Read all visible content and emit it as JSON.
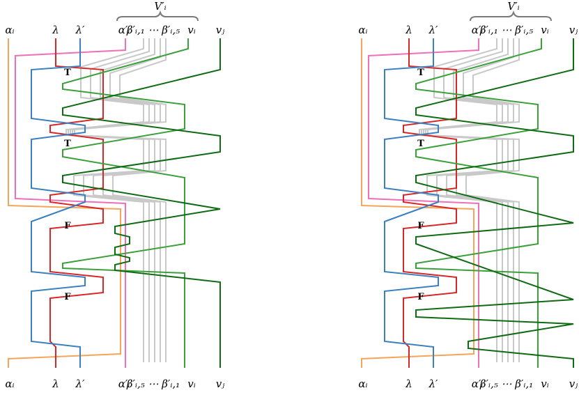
{
  "palette": {
    "alpha": "#f5a55a",
    "lambda": "#d62728",
    "lambda_prime": "#3a7fc0",
    "alpha_prime": "#ef6fb8",
    "beta": "#c9c9c9",
    "v_i": "#3aa03a",
    "v_j": "#0f6b12",
    "brace": "#7a7a7a"
  },
  "panels": [
    {
      "id": "left",
      "group_label": "V′ᵢ",
      "top_labels": [
        "αᵢ",
        "λ",
        "λ′",
        "α′ᵢ",
        "β′ᵢ,₁ ⋯ β′ᵢ,₅",
        "vᵢ",
        "vⱼ"
      ],
      "bottom_labels": [
        "αᵢ",
        "λ",
        "λ′",
        "α′ᵢ",
        "β′ᵢ,₅ ⋯ β′ᵢ,₁",
        "vᵢ",
        "vⱼ"
      ],
      "markers": [
        "T",
        "T",
        "F",
        "F"
      ]
    },
    {
      "id": "right",
      "group_label": "V′ᵢ",
      "top_labels": [
        "αᵢ",
        "λ",
        "λ′",
        "α′ᵢ",
        "β′ᵢ,₁ ⋯ β′ᵢ,₅",
        "vᵢ",
        "vⱼ"
      ],
      "bottom_labels": [
        "αᵢ",
        "λ",
        "λ′",
        "α′ᵢ",
        "β′ᵢ,₅ ⋯ β′ᵢ,₁",
        "vᵢ",
        "vⱼ"
      ],
      "markers": [
        "T",
        "T",
        "F",
        "F"
      ]
    }
  ]
}
